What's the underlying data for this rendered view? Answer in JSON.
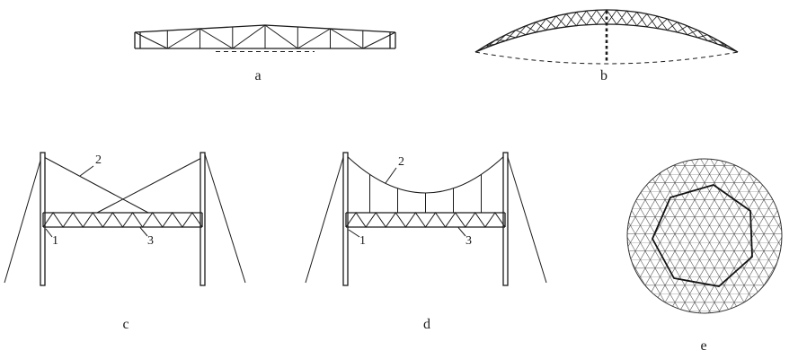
{
  "figures": {
    "a": {
      "label": "a"
    },
    "b": {
      "label": "b"
    },
    "c": {
      "label": "c",
      "callouts": {
        "mast": "1",
        "cable": "2",
        "truss": "3"
      }
    },
    "d": {
      "label": "d",
      "callouts": {
        "mast": "1",
        "cable": "2",
        "truss": "3"
      }
    },
    "e": {
      "label": "e"
    }
  },
  "colors": {
    "line": "#1a1a1a",
    "background": "#ffffff"
  }
}
